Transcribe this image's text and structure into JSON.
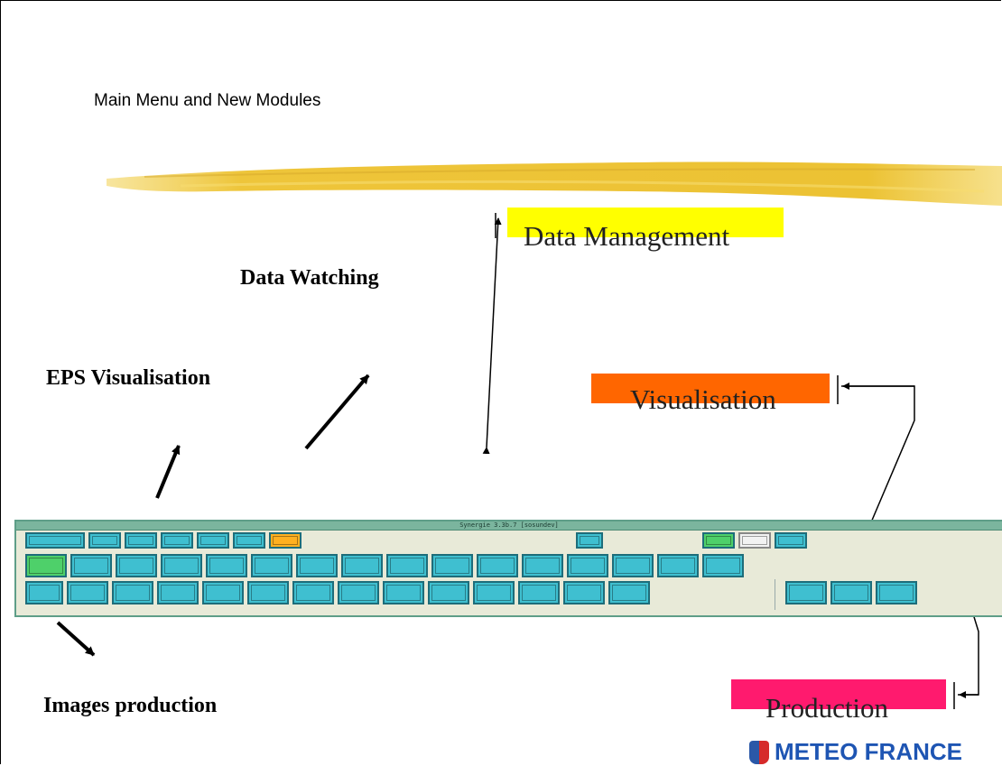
{
  "slide": {
    "title": "Main Menu and New Modules"
  },
  "labels": {
    "data_watching": "Data Watching",
    "eps_visualisation": "EPS Visualisation",
    "images_production": "Images production"
  },
  "boxes": {
    "data_management": {
      "label": "Data Management",
      "color": "#ffff00"
    },
    "visualisation": {
      "label": "Visualisation",
      "color": "#ff6600"
    },
    "production": {
      "label": "Production",
      "color": "#ff1a6e"
    }
  },
  "toolbar": {
    "window_title": "Synergie 3.3b.7 [sosundev]",
    "row1_icons": [
      "back-exit-icon",
      "monitor-icon",
      "printer-icon",
      "gradient-icon",
      "tool-icon",
      "clock-icon",
      "warning-icon",
      "calculator-icon",
      "exit-icon",
      "eraser-icon",
      "car-icon"
    ],
    "row2_icons": [
      "map-contours-icon",
      "front-icon",
      "cyclone-icon",
      "station-plot-icon",
      "bird-icon",
      "satellite-icon",
      "lightning-icon",
      "radar-icon",
      "graph-icon",
      "globe-icon",
      "profile-icon",
      "wind-icon",
      "streamline-icon",
      "keyboard-icon",
      "workstation-icon",
      "text-icon"
    ],
    "row3_icons": [
      "tape-icon",
      "screen-1-icon",
      "screen-2-icon",
      "screen-3-icon",
      "tools-icon",
      "wind-field-icon",
      "storm-icon",
      "bow-icon",
      "camera-icon",
      "chart-icon",
      "bulb-icon",
      "house-icon",
      "pen-icon",
      "text-2-icon",
      "folder-icon",
      "network-icon",
      "print-settings-icon"
    ]
  },
  "logo": {
    "text": "METEO FRANCE"
  }
}
